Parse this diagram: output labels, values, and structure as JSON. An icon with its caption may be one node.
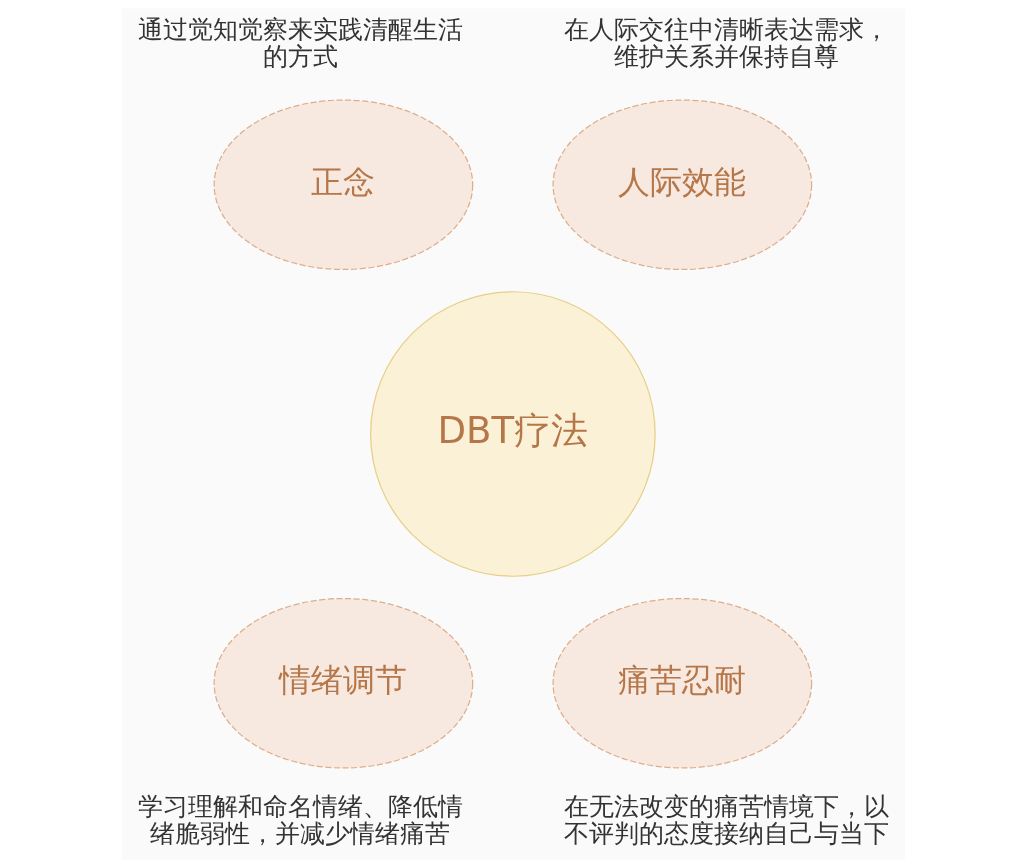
{
  "diagram": {
    "nodes": [
      {
        "text": [
          "正念"
        ],
        "beside": [
          "通过觉知觉察来实践清醒生活的方式"
        ]
      },
      {
        "text": [
          "人际效能"
        ],
        "beside": [
          "在人际交往中清晰表达需求，维护关系并保持自尊"
        ]
      },
      {
        "text": [
          "DBT疗法"
        ]
      },
      {
        "text": [
          "情绪调节"
        ],
        "beside": [
          "学习理解和命名情绪、降低情绪脆弱性，并减少情绪痛苦"
        ]
      },
      {
        "text": [
          "痛苦忍耐"
        ],
        "beside": [
          "在无法改变的痛苦情境下，以不评判的态度接纳自己与当下"
        ]
      }
    ],
    "edges": []
  }
}
